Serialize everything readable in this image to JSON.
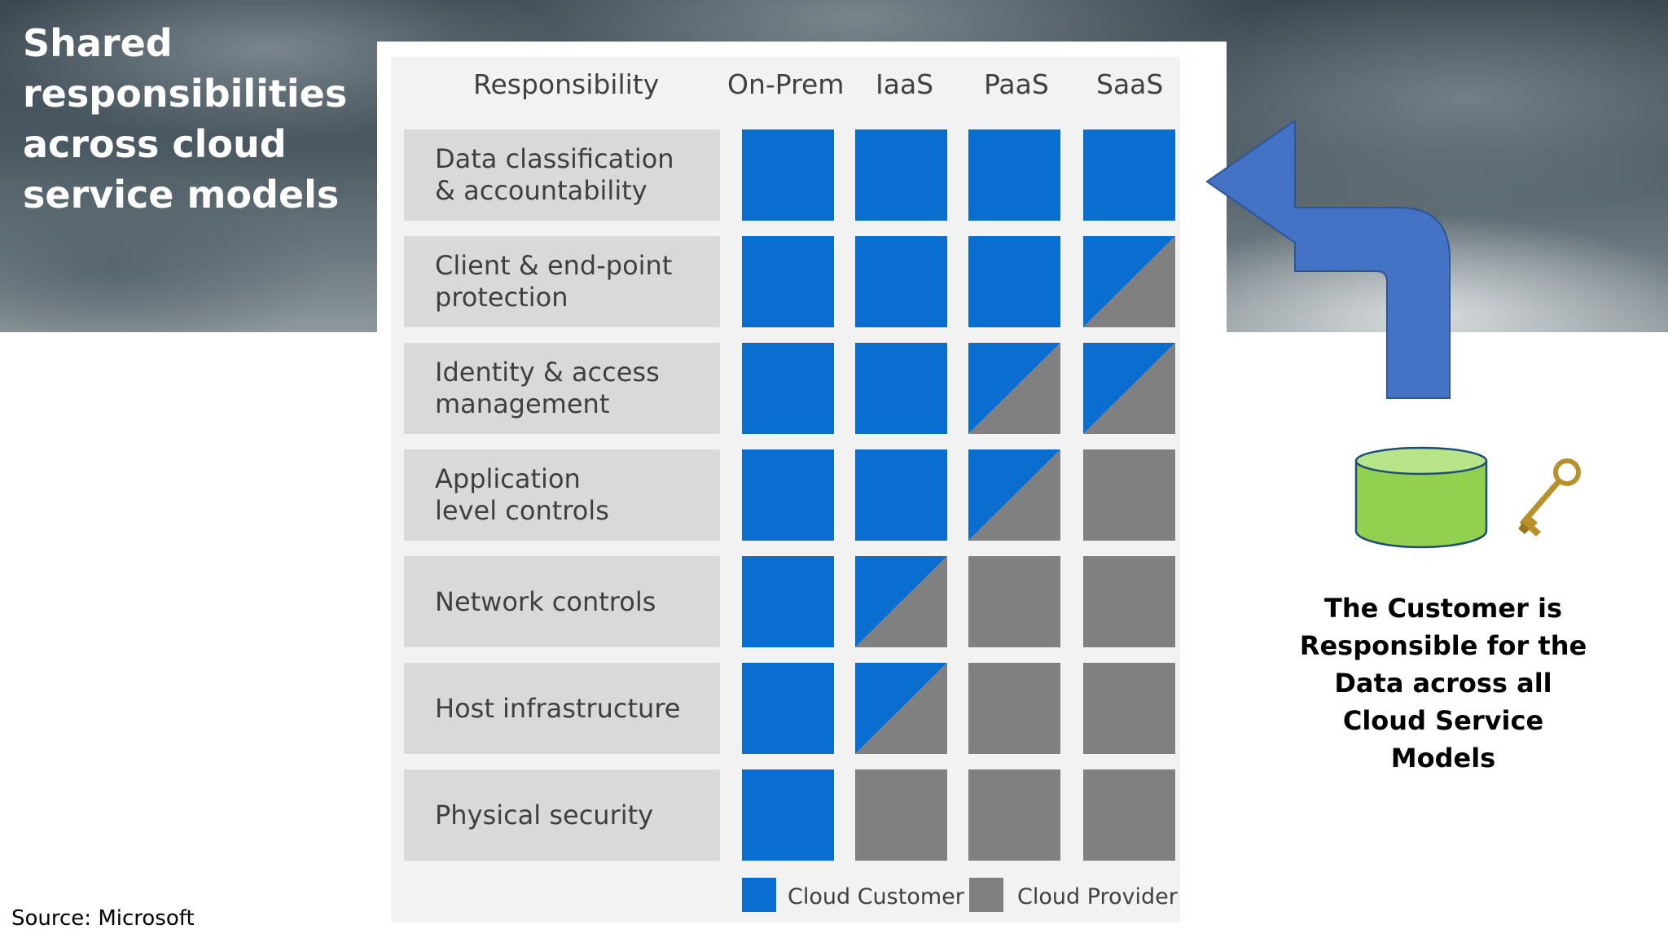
{
  "title": [
    "Shared",
    "responsibilities",
    "across cloud",
    "service models"
  ],
  "diagram": {
    "header": {
      "responsibility": "Responsibility",
      "models": [
        "On-Prem",
        "IaaS",
        "PaaS",
        "SaaS"
      ]
    },
    "rows": [
      {
        "label": [
          "Data classification",
          "& accountability"
        ],
        "cells": [
          "customer",
          "customer",
          "customer",
          "customer"
        ]
      },
      {
        "label": [
          "Client & end-point",
          "protection"
        ],
        "cells": [
          "customer",
          "customer",
          "customer",
          "shared"
        ]
      },
      {
        "label": [
          "Identity & access",
          "management"
        ],
        "cells": [
          "customer",
          "customer",
          "shared",
          "shared"
        ]
      },
      {
        "label": [
          "Application",
          "level controls"
        ],
        "cells": [
          "customer",
          "customer",
          "shared",
          "provider"
        ]
      },
      {
        "label": [
          "Network controls"
        ],
        "cells": [
          "customer",
          "shared",
          "provider",
          "provider"
        ]
      },
      {
        "label": [
          "Host infrastructure"
        ],
        "cells": [
          "customer",
          "shared",
          "provider",
          "provider"
        ]
      },
      {
        "label": [
          "Physical security"
        ],
        "cells": [
          "customer",
          "provider",
          "provider",
          "provider"
        ]
      }
    ],
    "legend": {
      "customer": "Cloud Customer",
      "provider": "Cloud Provider"
    },
    "colors": {
      "customer": "#0a6ed1",
      "provider": "#808080",
      "label_bg": "#d9d9d9"
    }
  },
  "arrow_color": "#4472c4",
  "database_icon": "database-cylinder-icon",
  "key_icon": "key-icon",
  "note": [
    "The Customer is",
    "Responsible for the",
    "Data across all",
    "Cloud Service",
    "Models"
  ],
  "source": "Source: Microsoft"
}
